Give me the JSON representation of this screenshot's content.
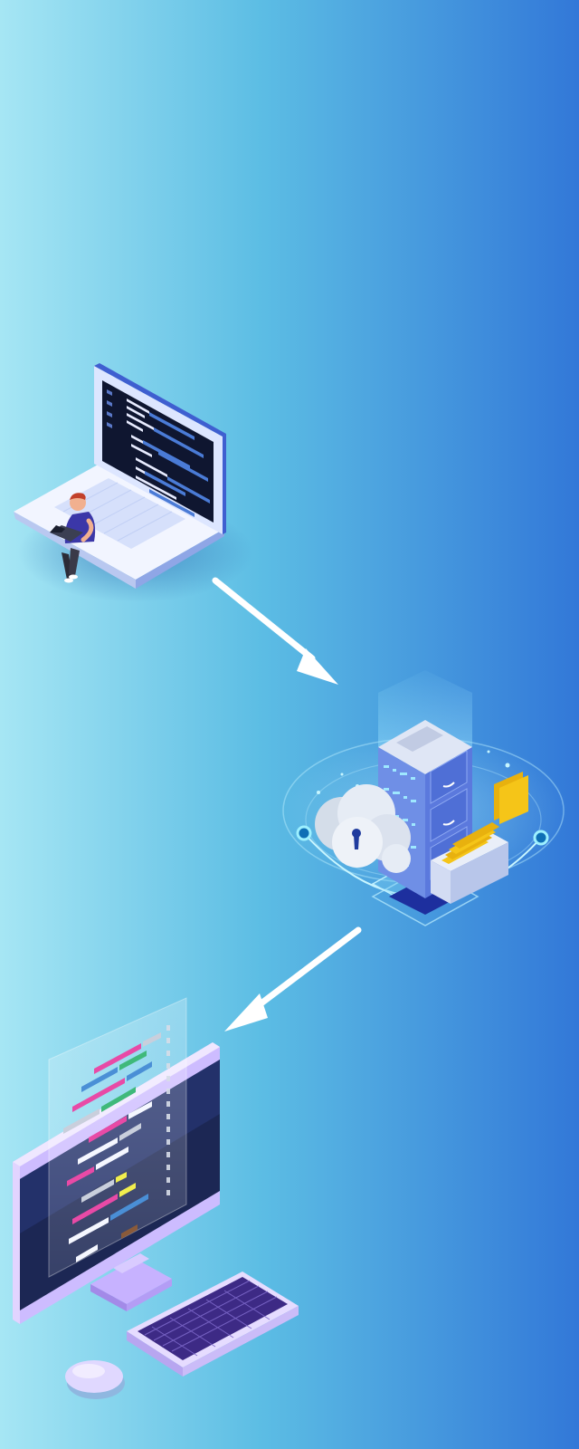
{
  "colors": {
    "bg_left": "#a6e6f4",
    "bg_mid": "#4fb2e0",
    "bg_right": "#3278d8",
    "arrow": "#ffffff",
    "laptop_body": "#eef2ff",
    "laptop_screen": "#0f1630",
    "code_blue": "#4a7bd6",
    "code_white": "#e8ecff",
    "server_body": "#7e9ef0",
    "server_face": "#5b79dd",
    "server_top": "#dfe6f5",
    "folder_yellow": "#f5c518",
    "cloud": "#e6ecf5",
    "monitor_frame": "#e2d4ff",
    "monitor_screen": "#1c2754",
    "keyboard_body": "#e6dcff",
    "keyboard_keys": "#3d2a85",
    "code_pink": "#e84aa6",
    "code_green": "#3fb97a",
    "code_yellow": "#f1ee4e"
  },
  "scene": {
    "illustrations": [
      "laptop-developer",
      "cloud-server-storage",
      "desktop-workstation"
    ],
    "flow_arrows": 2
  }
}
